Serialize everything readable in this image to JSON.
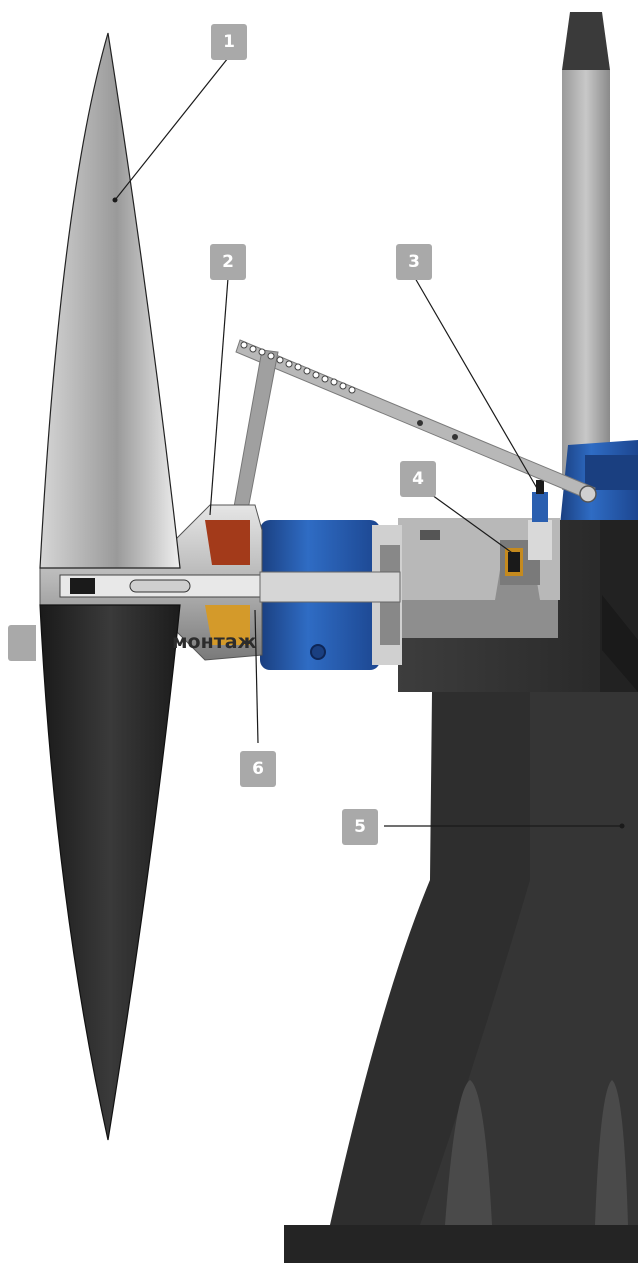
{
  "callouts": {
    "c1": "1",
    "c2": "2",
    "c3": "3",
    "c4": "4",
    "c5": "5",
    "c6": "6"
  },
  "overlay_tab": {
    "label": "монтаж"
  },
  "colors": {
    "callout_bg": "#a9a9a9",
    "leader_line": "#1a1a1a",
    "blade_dark": "#222222",
    "blade_light": "#e8e8e8",
    "housing_blue": "#2a5fb0",
    "housing_blue_dark": "#1a3f80",
    "hull_dark": "#3a3a3a",
    "hull_darker": "#2a2a2a",
    "metal_light": "#cfcfcf",
    "metal_mid": "#9a9a9a",
    "seal_red": "#a33a1a",
    "seal_yellow": "#d49a2a",
    "background": "#ffffff"
  }
}
